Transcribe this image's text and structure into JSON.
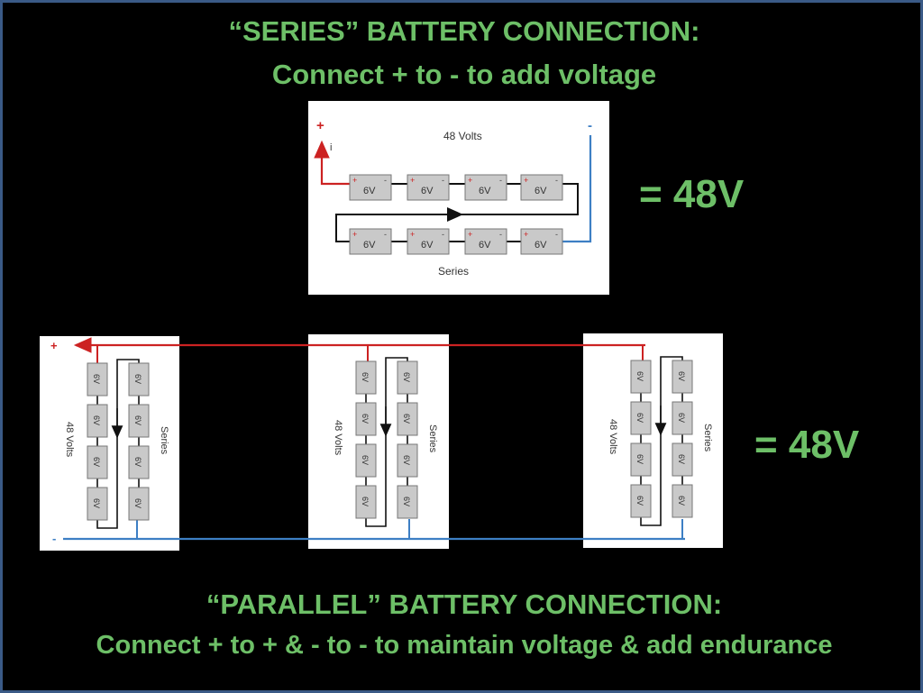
{
  "header": {
    "title": "“SERIES” BATTERY CONNECTION:",
    "subtitle": "Connect  +  to  -  to add voltage"
  },
  "series_panel": {
    "voltage_label": "48 Volts",
    "caption": "Series",
    "current_label": "i",
    "plus_sign": "+",
    "minus_sign": "-",
    "battery_label": "6V",
    "terminal_plus": "+",
    "terminal_minus": "-",
    "result": "= 48V"
  },
  "parallel_panel": {
    "voltage_label": "48 Volts",
    "caption": "Series",
    "battery_label": "6V",
    "plus_sign": "+",
    "minus_sign": "-",
    "result": "= 48V"
  },
  "footer": {
    "title": "“PARALLEL” BATTERY CONNECTION:",
    "subtitle": "Connect  +  to  +  &  -  to  -  to maintain voltage & add endurance"
  },
  "colors": {
    "text_green": "#6dbf67",
    "wire_positive": "#cc2222",
    "wire_negative": "#3d7fc4",
    "wire_series": "#111111",
    "battery_fill": "#c9c9c9",
    "frame_border": "#3a5a86"
  }
}
